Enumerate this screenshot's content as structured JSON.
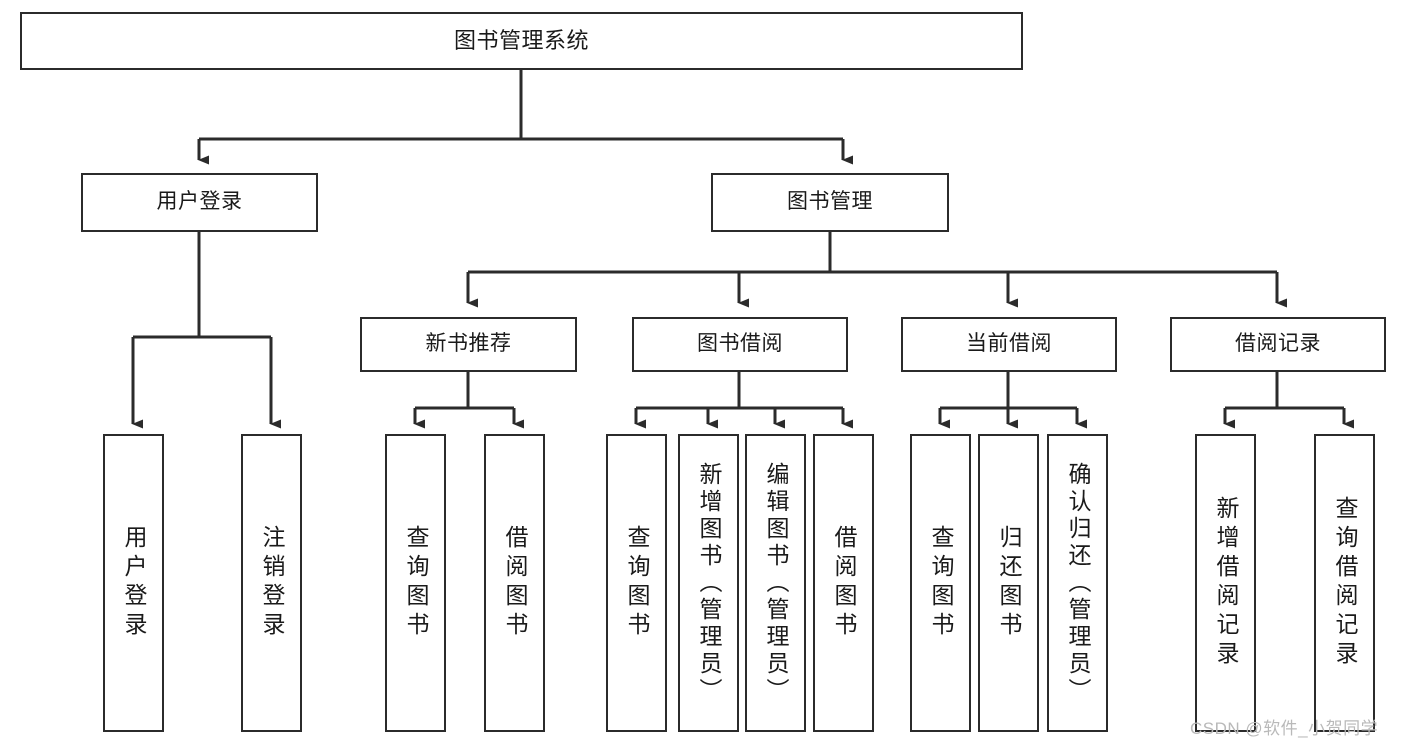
{
  "diagram": {
    "title": "图书管理系统",
    "type": "hierarchy-tree",
    "watermark": "CSDN @软件_小贺同学",
    "colors": {
      "box_border": "#2b2b2b",
      "box_fill": "#ffffff",
      "connector": "#2b2b2b",
      "text": "#1a1a1a",
      "watermark": "#b9b9b9"
    },
    "levels": {
      "root": "图书管理系统",
      "level2": [
        "用户登录",
        "图书管理"
      ],
      "level3": [
        "新书推荐",
        "图书借阅",
        "当前借阅",
        "借阅记录"
      ]
    },
    "nodes": {
      "root": {
        "label": "图书管理系统"
      },
      "user_login": {
        "label": "用户登录"
      },
      "book_manage": {
        "label": "图书管理"
      },
      "new_book_rec": {
        "label": "新书推荐"
      },
      "book_borrow": {
        "label": "图书借阅"
      },
      "current_borrow": {
        "label": "当前借阅"
      },
      "borrow_record": {
        "label": "借阅记录"
      },
      "leaf_user_login": {
        "label": "用户登录"
      },
      "leaf_user_logout": {
        "label": "注销登录"
      },
      "leaf_query_book_1": {
        "label": "查询图书"
      },
      "leaf_borrow_book_1": {
        "label": "借阅图书"
      },
      "leaf_query_book_2": {
        "label": "查询图书"
      },
      "leaf_add_book": {
        "label": "新增图书（管理员）"
      },
      "leaf_edit_book": {
        "label": "编辑图书（管理员）"
      },
      "leaf_borrow_book_2": {
        "label": "借阅图书"
      },
      "leaf_query_book_3": {
        "label": "查询图书"
      },
      "leaf_return_book": {
        "label": "归还图书"
      },
      "leaf_confirm_return": {
        "label": "确认归还（管理员）"
      },
      "leaf_add_record": {
        "label": "新增借阅记录"
      },
      "leaf_query_record": {
        "label": "查询借阅记录"
      }
    }
  }
}
